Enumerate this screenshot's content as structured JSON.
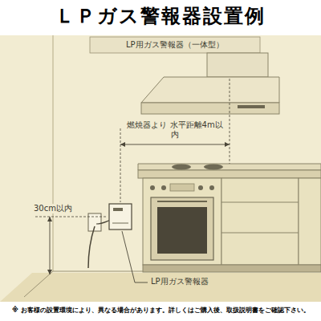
{
  "diagram": {
    "title": "ＬＰガス警報器設置例",
    "labels": [
      "LP用ガス警報器（一体型）",
      "燃焼器より 水平距離4m以内",
      "30cm以内",
      "LP用ガス警報器"
    ],
    "caption": "※ お客様の設置環境により、異なる場合があります。詳しくはご購入後、取扱説明書をご確認下さい。"
  }
}
